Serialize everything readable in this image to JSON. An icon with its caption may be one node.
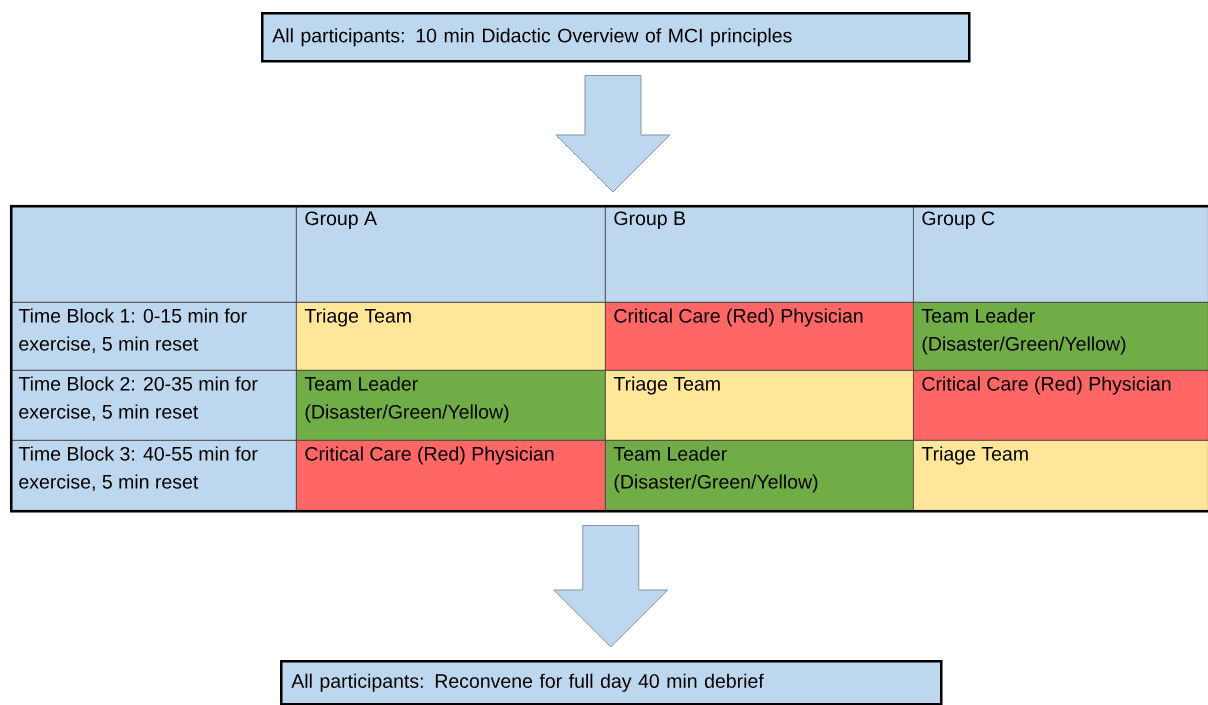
{
  "diagram": {
    "nodes": [
      {
        "text": [
          "All participants: 10 min Didactic Overview of MCI principles"
        ]
      },
      {
        "text": [],
        "shape": "box"
      },
      {
        "text": [],
        "shape": "box",
        "in": 1
      },
      {
        "text": [
          "Group A"
        ],
        "in": 1
      },
      {
        "text": [
          "Group B"
        ],
        "in": 1
      },
      {
        "text": [
          "Group C"
        ],
        "in": 1
      },
      {
        "text": [
          "Time Block 1: 0-15 min for exercise, 5 min reset"
        ],
        "in": 1
      },
      {
        "text": [
          "Triage Team"
        ],
        "in": 1
      },
      {
        "text": [
          "Critical Care (Red) Physician"
        ],
        "in": 1
      },
      {
        "text": [
          "Team Leader (Disaster/Green/Yellow)"
        ],
        "in": 1
      },
      {
        "text": [
          "Time Block 2: 20-35 min for exercise, 5 min reset"
        ],
        "in": 1
      },
      {
        "text": [
          "Team Leader (Disaster/Green/Yellow)"
        ],
        "in": 1
      },
      {
        "text": [
          "Triage Team"
        ],
        "in": 1
      },
      {
        "text": [
          "Critical Care (Red) Physician"
        ],
        "in": 1
      },
      {
        "text": [
          "Time Block 3: 40-55 min for exercise, 5 min reset"
        ],
        "in": 1
      },
      {
        "text": [
          "Critical Care (Red) Physician"
        ],
        "in": 1
      },
      {
        "text": [
          "Team Leader (Disaster/Green/Yellow)"
        ],
        "in": 1
      },
      {
        "text": [
          "Triage Team"
        ],
        "in": 1
      },
      {
        "text": [
          "All participants: Reconvene for full day 40 min debrief"
        ]
      }
    ],
    "edges": [
      {
        "from": 0,
        "to": 1,
        "arrow": "to"
      },
      {
        "from": 1,
        "to": 18,
        "arrow": "to"
      }
    ]
  }
}
